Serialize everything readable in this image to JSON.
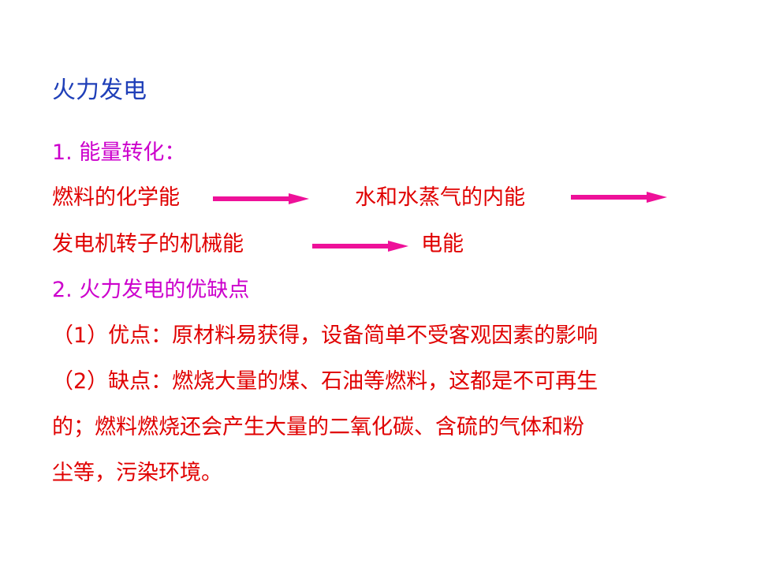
{
  "title": "火力发电",
  "section1": {
    "heading": "1. 能量转化：",
    "chain": {
      "step1": "燃料的化学能",
      "step2": "水和水蒸气的内能",
      "step3": "发电机转子的机械能",
      "step4": "电能"
    }
  },
  "section2": {
    "heading": "2. 火力发电的优缺点",
    "advantage": "（1）优点：原材料易获得，设备简单不受客观因素的影响",
    "disadvantage_lines": [
      "（2）缺点：燃烧大量的煤、石油等燃料，这都是不可再生",
      "的；燃料燃烧还会产生大量的二氧化碳、含硫的气体和粉",
      "尘等，污染环境。"
    ]
  },
  "colors": {
    "title": "#1f3fb8",
    "heading": "#cc00cc",
    "body": "#e00000",
    "arrow": "#ee1199"
  }
}
